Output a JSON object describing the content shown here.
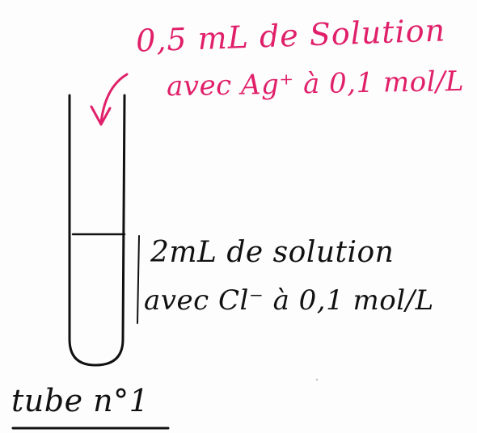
{
  "added_solution": {
    "line1": "0,5 mL de Solution",
    "line2": "avec Ag⁺ à 0,1 mol/L"
  },
  "tube_content": {
    "line1": "2mL de solution",
    "line2": "avec Cl⁻ à 0,1 mol/L"
  },
  "tube_label": "tube n°1",
  "colors": {
    "annotation": "#e0206a",
    "ink": "#111111"
  },
  "icons": {
    "arrow": "curved-down-arrow-icon"
  }
}
